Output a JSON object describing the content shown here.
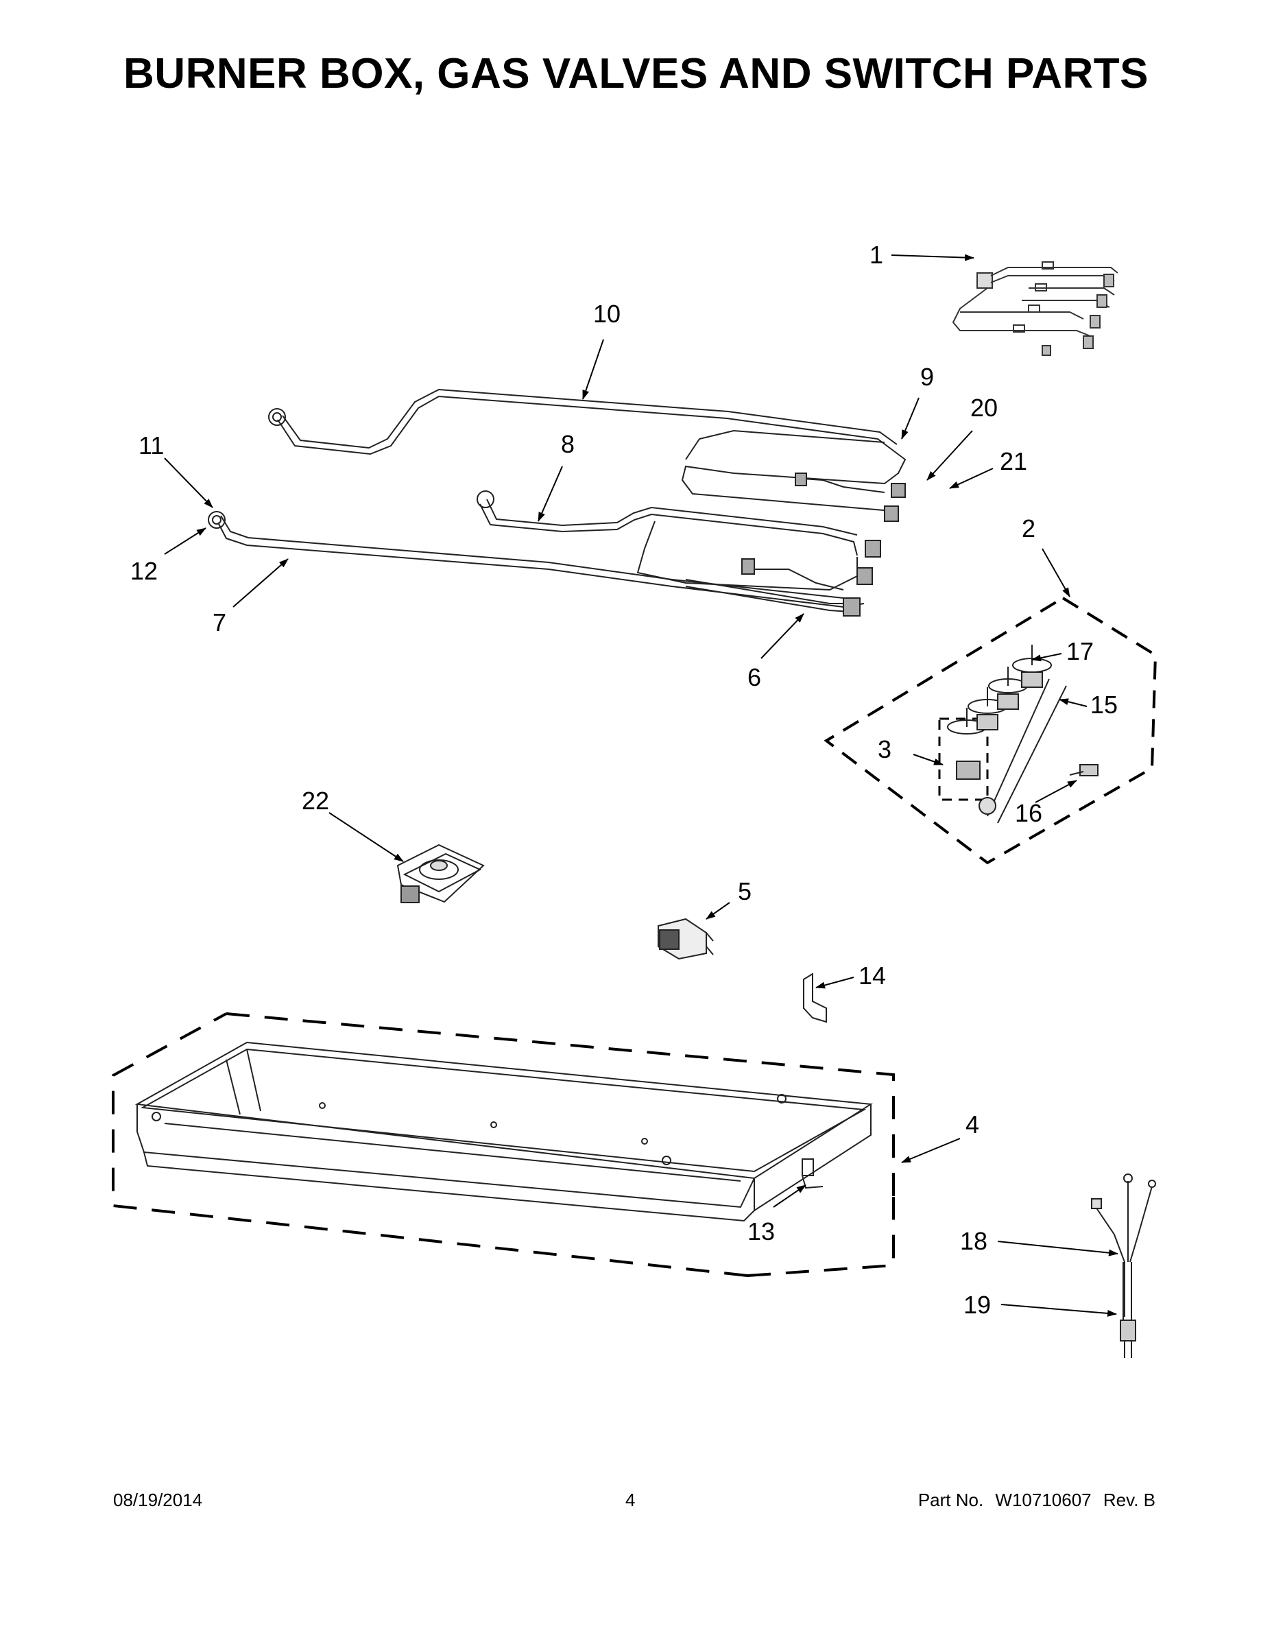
{
  "title": "BURNER BOX, GAS VALVES AND SWITCH PARTS",
  "callouts": {
    "c1": "1",
    "c2": "2",
    "c3": "3",
    "c4": "4",
    "c5": "5",
    "c6": "6",
    "c7": "7",
    "c8": "8",
    "c9": "9",
    "c10": "10",
    "c11": "11",
    "c12": "12",
    "c13": "13",
    "c14": "14",
    "c15": "15",
    "c16": "16",
    "c17": "17",
    "c18": "18",
    "c19": "19",
    "c20": "20",
    "c21": "21",
    "c22": "22"
  },
  "footer": {
    "date": "08/19/2014",
    "page": "4",
    "part_label": "Part No.",
    "part_number": "W10710607",
    "revision": "Rev.  B"
  }
}
